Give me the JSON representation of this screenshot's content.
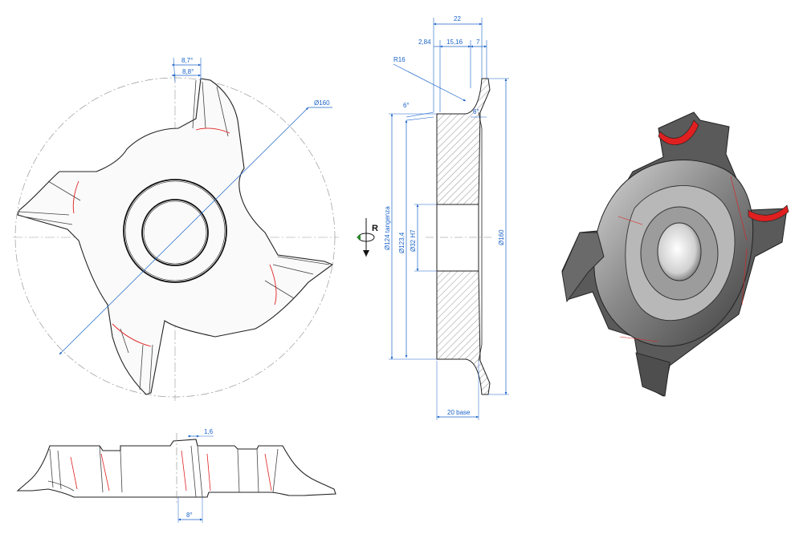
{
  "front_view": {
    "angle_top_outer": "8,7°",
    "angle_top_inner": "8,8°",
    "diameter_outer": "Ø160"
  },
  "section_view": {
    "total_width": "22",
    "w1": "2,84",
    "w2": "15,16",
    "w3": "7",
    "radius": "R16",
    "angle_left": "6°",
    "angle_right": "6°",
    "diam_tangenza": "Ø124 tangenza",
    "diam_123": "Ø123,4",
    "diam_bore": "Ø32 H7",
    "diam_outer": "Ø160",
    "base_width": "20 base",
    "rotation_label": "R"
  },
  "bottom_view": {
    "dim_small": "1,6",
    "angle": "8°"
  },
  "colors": {
    "dimension": "#1a63c9",
    "edge_red": "#e02020",
    "body_dark": "#4a4a4a",
    "body_light": "#9a9a9a"
  }
}
